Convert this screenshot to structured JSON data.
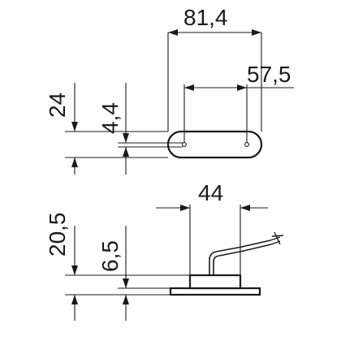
{
  "drawing": {
    "top_view": {
      "dim_length_overall": "81,4",
      "dim_hole_spacing": "57,5",
      "dim_height": "24",
      "dim_hole_diameter": "4,4"
    },
    "side_view": {
      "dim_width": "44",
      "dim_height_overall": "20,5",
      "dim_body_height": "6,5"
    }
  }
}
